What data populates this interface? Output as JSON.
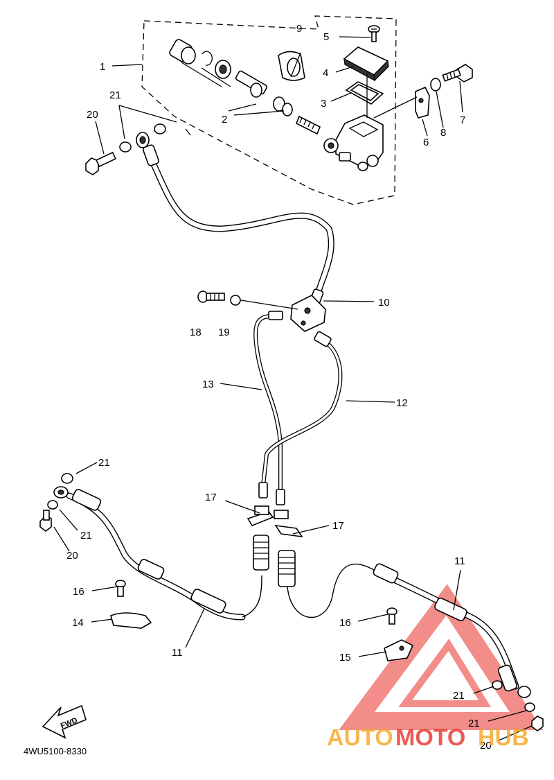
{
  "labels": {
    "l1": "1",
    "l2": "2",
    "l3": "3",
    "l4": "4",
    "l5": "5",
    "l6": "6",
    "l7": "7",
    "l8": "8",
    "l9": "9",
    "l10": "10",
    "l11a": "11",
    "l11b": "11",
    "l12": "12",
    "l13": "13",
    "l14": "14",
    "l15": "15",
    "l16a": "16",
    "l16b": "16",
    "l17a": "17",
    "l17b": "17",
    "l18": "18",
    "l19": "19",
    "l20a": "20",
    "l20b": "20",
    "l20c": "20",
    "l21a": "21",
    "l21b": "21",
    "l21c": "21",
    "l21d": "21",
    "l21e": "21"
  },
  "fwd_arrow": "FWD",
  "diagram_code": "4WU5100-8330",
  "watermark": {
    "part1": "AUTO",
    "part2": "MOTO",
    "part3": "HUB"
  },
  "colors": {
    "watermark_orange": "#f5a623",
    "watermark_red": "#e8312a",
    "ink": "#000000"
  }
}
